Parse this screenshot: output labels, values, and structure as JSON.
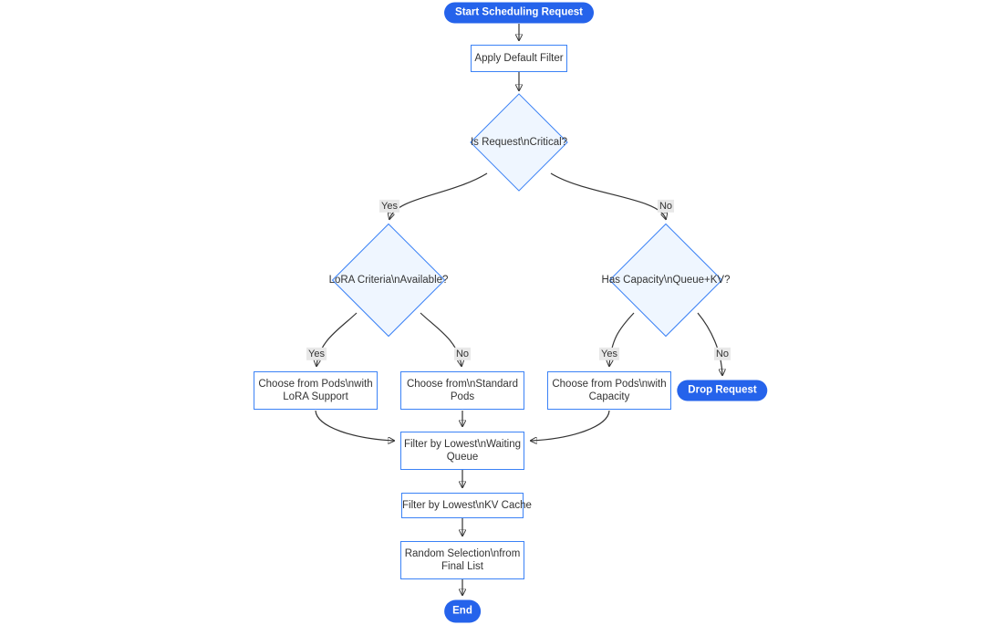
{
  "colors": {
    "stadium_fill": "#2563eb",
    "stadium_text": "#ffffff",
    "node_border": "#3b82f6",
    "rect_fill": "#ffffff",
    "decision_fill": "#eff6ff",
    "node_text": "#333333",
    "edge_stroke": "#333333",
    "edge_label_bg": "#e8e8e8",
    "edge_label_text": "#333333",
    "canvas_bg": "#ffffff"
  },
  "diagram": {
    "type": "flowchart",
    "direction": "top-down",
    "nodes": {
      "start": {
        "label": "Start Scheduling Request",
        "shape": "stadium"
      },
      "apply_filter": {
        "label": "Apply Default Filter",
        "shape": "rect"
      },
      "is_critical": {
        "label": "Is Request\\nCritical?",
        "shape": "diamond"
      },
      "lora_available": {
        "label": "LoRA Criteria\\nAvailable?",
        "shape": "diamond"
      },
      "has_capacity": {
        "label": "Has Capacity\\nQueue+KV?",
        "shape": "diamond"
      },
      "choose_lora": {
        "label": "Choose from Pods\\nwith LoRA Support",
        "shape": "rect"
      },
      "choose_standard": {
        "label": "Choose from\\nStandard Pods",
        "shape": "rect"
      },
      "choose_capacity": {
        "label": "Choose from Pods\\nwith Capacity",
        "shape": "rect"
      },
      "drop_request": {
        "label": "Drop Request",
        "shape": "stadium"
      },
      "filter_queue": {
        "label": "Filter by Lowest\\nWaiting Queue",
        "shape": "rect"
      },
      "filter_kv": {
        "label": "Filter by Lowest\\nKV Cache",
        "shape": "rect"
      },
      "random_selection": {
        "label": "Random Selection\\nfrom Final List",
        "shape": "rect"
      },
      "end": {
        "label": "End",
        "shape": "stadium"
      }
    },
    "edges": [
      {
        "from": "start",
        "to": "apply_filter",
        "label": ""
      },
      {
        "from": "apply_filter",
        "to": "is_critical",
        "label": ""
      },
      {
        "from": "is_critical",
        "to": "lora_available",
        "label": "Yes"
      },
      {
        "from": "is_critical",
        "to": "has_capacity",
        "label": "No"
      },
      {
        "from": "lora_available",
        "to": "choose_lora",
        "label": "Yes"
      },
      {
        "from": "lora_available",
        "to": "choose_standard",
        "label": "No"
      },
      {
        "from": "has_capacity",
        "to": "choose_capacity",
        "label": "Yes"
      },
      {
        "from": "has_capacity",
        "to": "drop_request",
        "label": "No"
      },
      {
        "from": "choose_lora",
        "to": "filter_queue",
        "label": ""
      },
      {
        "from": "choose_standard",
        "to": "filter_queue",
        "label": ""
      },
      {
        "from": "choose_capacity",
        "to": "filter_queue",
        "label": ""
      },
      {
        "from": "filter_queue",
        "to": "filter_kv",
        "label": ""
      },
      {
        "from": "filter_kv",
        "to": "random_selection",
        "label": ""
      },
      {
        "from": "random_selection",
        "to": "end",
        "label": ""
      }
    ]
  }
}
